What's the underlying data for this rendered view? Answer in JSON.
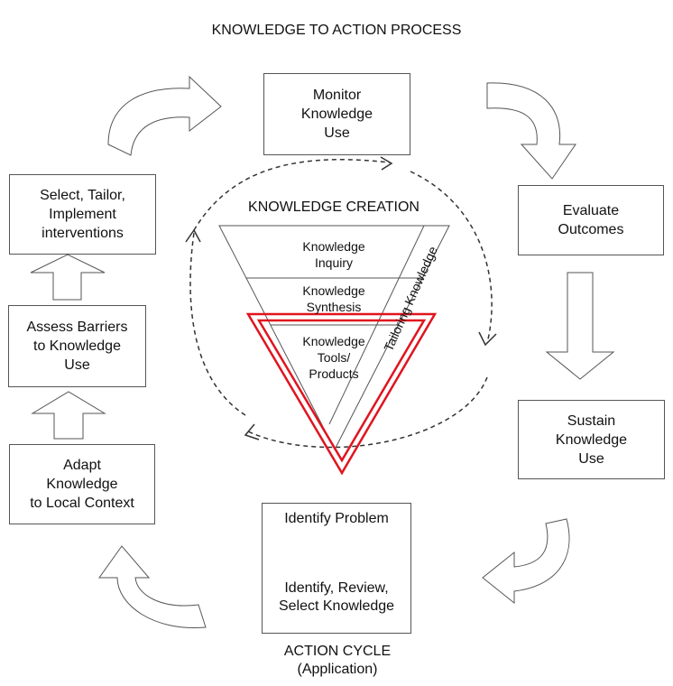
{
  "title": "KNOWLEDGE TO ACTION PROCESS",
  "knowledge_creation": {
    "heading": "KNOWLEDGE CREATION",
    "inquiry": "Knowledge\nInquiry",
    "synthesis": "Knowledge\nSynthesis",
    "tools": "Knowledge\nTools/\nProducts",
    "tailoring": "Tailoring Knowledge"
  },
  "action_cycle": {
    "monitor": "Monitor\nKnowledge\nUse",
    "evaluate": "Evaluate\nOutcomes",
    "sustain": "Sustain\nKnowledge\nUse",
    "identify_problem": "Identify Problem",
    "identify_review": "Identify, Review,\nSelect Knowledge",
    "adapt": "Adapt\nKnowledge\nto Local Context",
    "assess": "Assess Barriers\nto Knowledge\nUse",
    "select": "Select, Tailor,\nImplement\ninterventions",
    "label": "ACTION CYCLE\n(Application)"
  },
  "colors": {
    "highlight": "#e0141e",
    "stroke": "#555555"
  }
}
